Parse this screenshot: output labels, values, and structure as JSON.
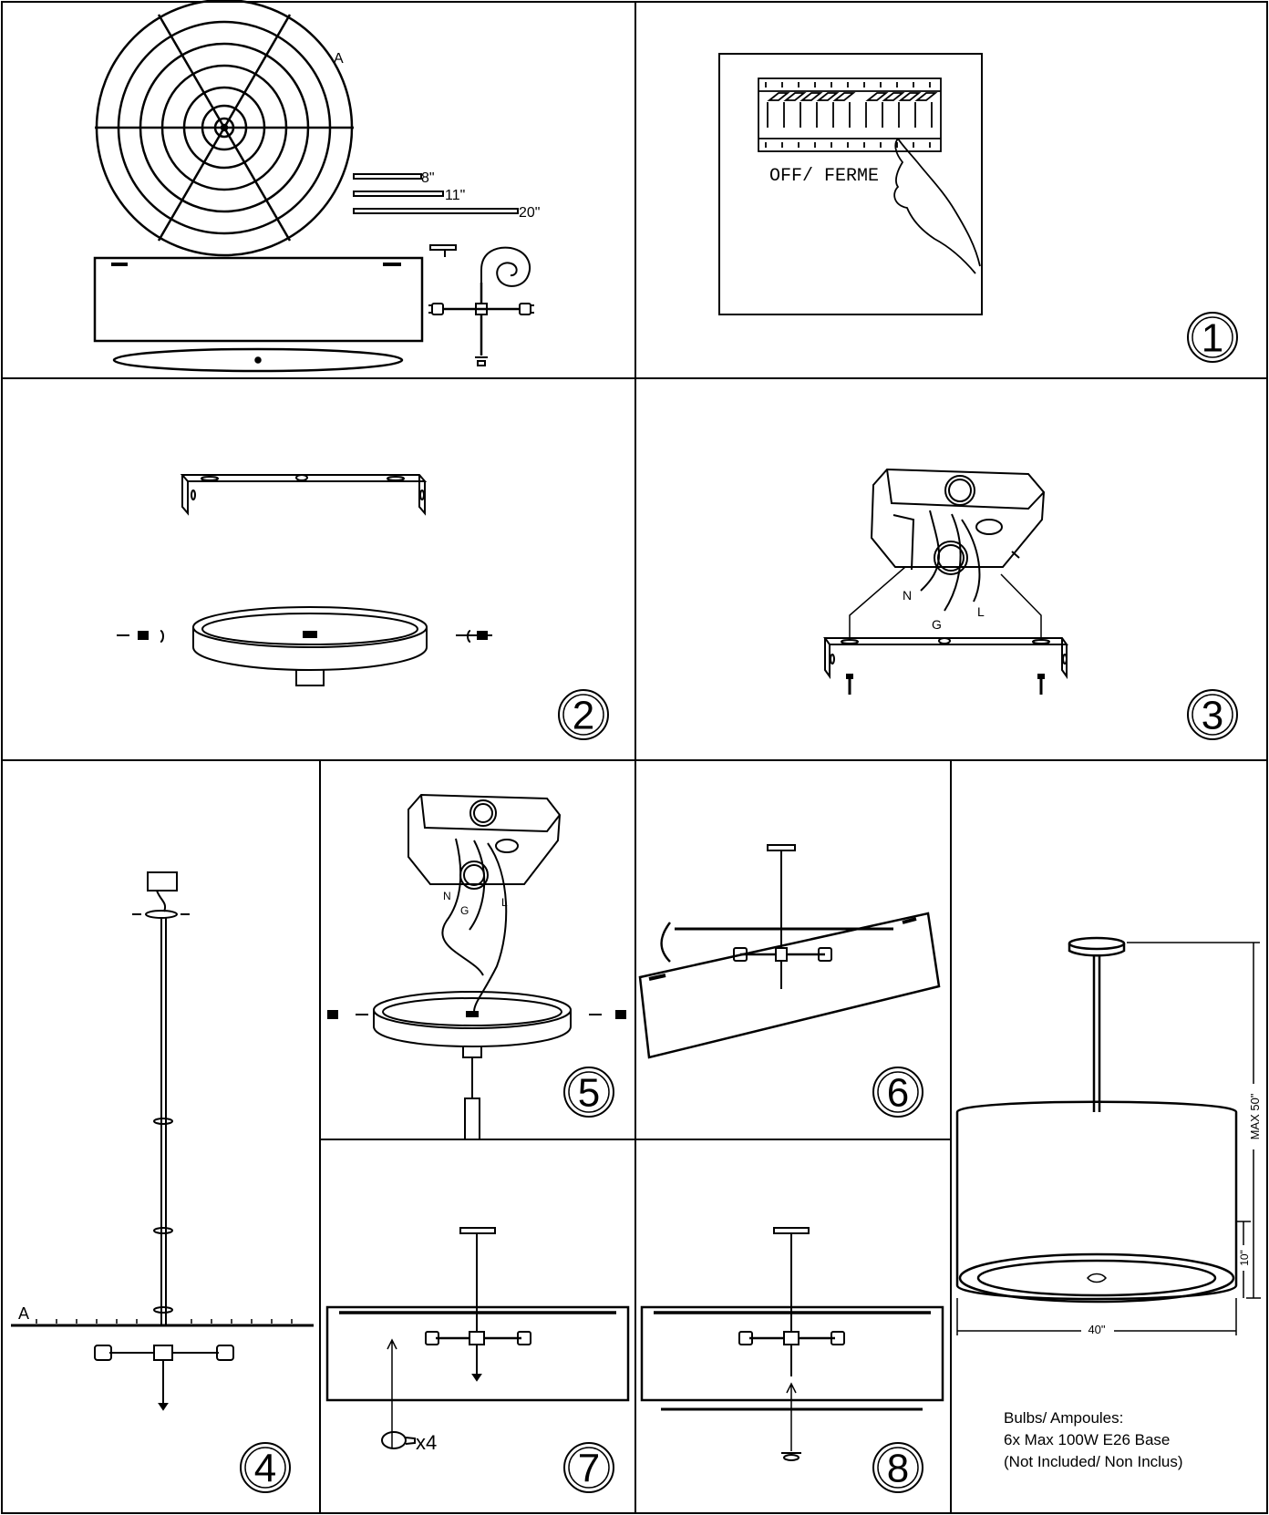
{
  "panel_1": {
    "part_label_a": "A",
    "rod_lengths": [
      "8\"",
      "11\"",
      "20\""
    ]
  },
  "panel_1b": {
    "breaker_label": "OFF/ FERME",
    "step": "1"
  },
  "panel_2": {
    "step": "2"
  },
  "panel_3": {
    "wire_n": "N",
    "wire_g": "G",
    "wire_l": "L",
    "step": "3"
  },
  "panel_4": {
    "part_label_a": "A",
    "step": "4"
  },
  "panel_5": {
    "wire_n": "N",
    "wire_g": "G",
    "wire_l": "L",
    "step": "5"
  },
  "panel_6": {
    "step": "6"
  },
  "panel_7": {
    "bulb_count": "x4",
    "step": "7"
  },
  "panel_8": {
    "step": "8"
  },
  "panel_final": {
    "max_height": "MAX 50\"",
    "shade_height": "10\"",
    "shade_width": "40\"",
    "bulb_info": [
      "Bulbs/ Ampoules:",
      "6x Max 100W E26 Base",
      "(Not Included/ Non Inclus)"
    ]
  }
}
